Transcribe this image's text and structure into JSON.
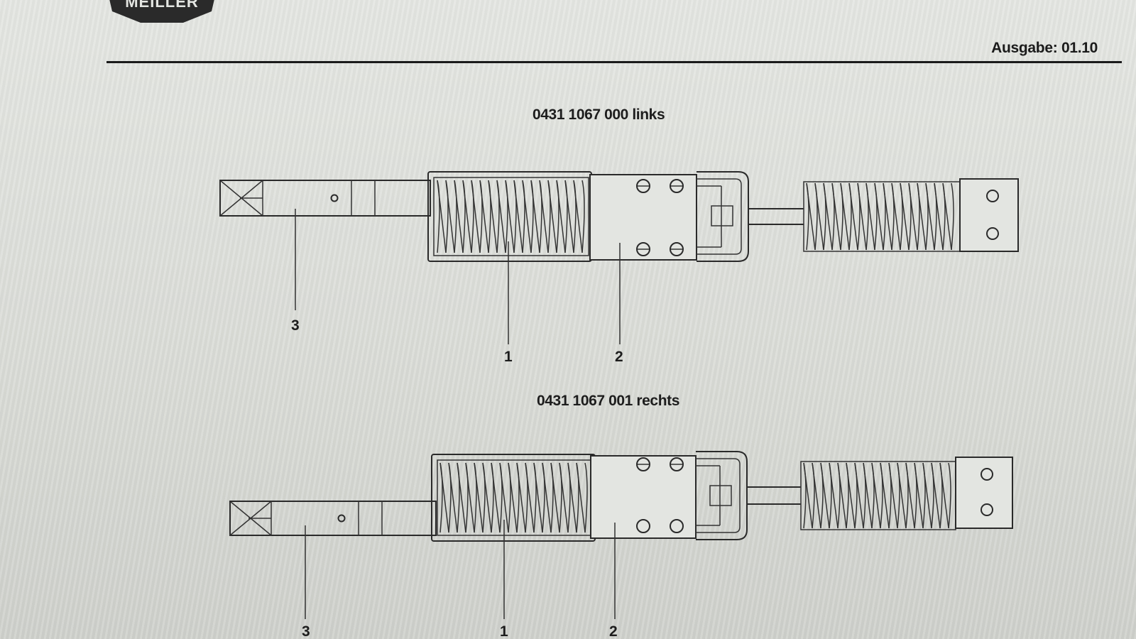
{
  "header": {
    "logo_text": "MEILLER",
    "issue_label": "Ausgabe: 01.10"
  },
  "drawings": [
    {
      "title": "0431 1067 000 links",
      "callouts": [
        "3",
        "1",
        "2"
      ]
    },
    {
      "title": "0431 1067 001 rechts",
      "callouts": [
        "3",
        "1",
        "2"
      ]
    }
  ]
}
